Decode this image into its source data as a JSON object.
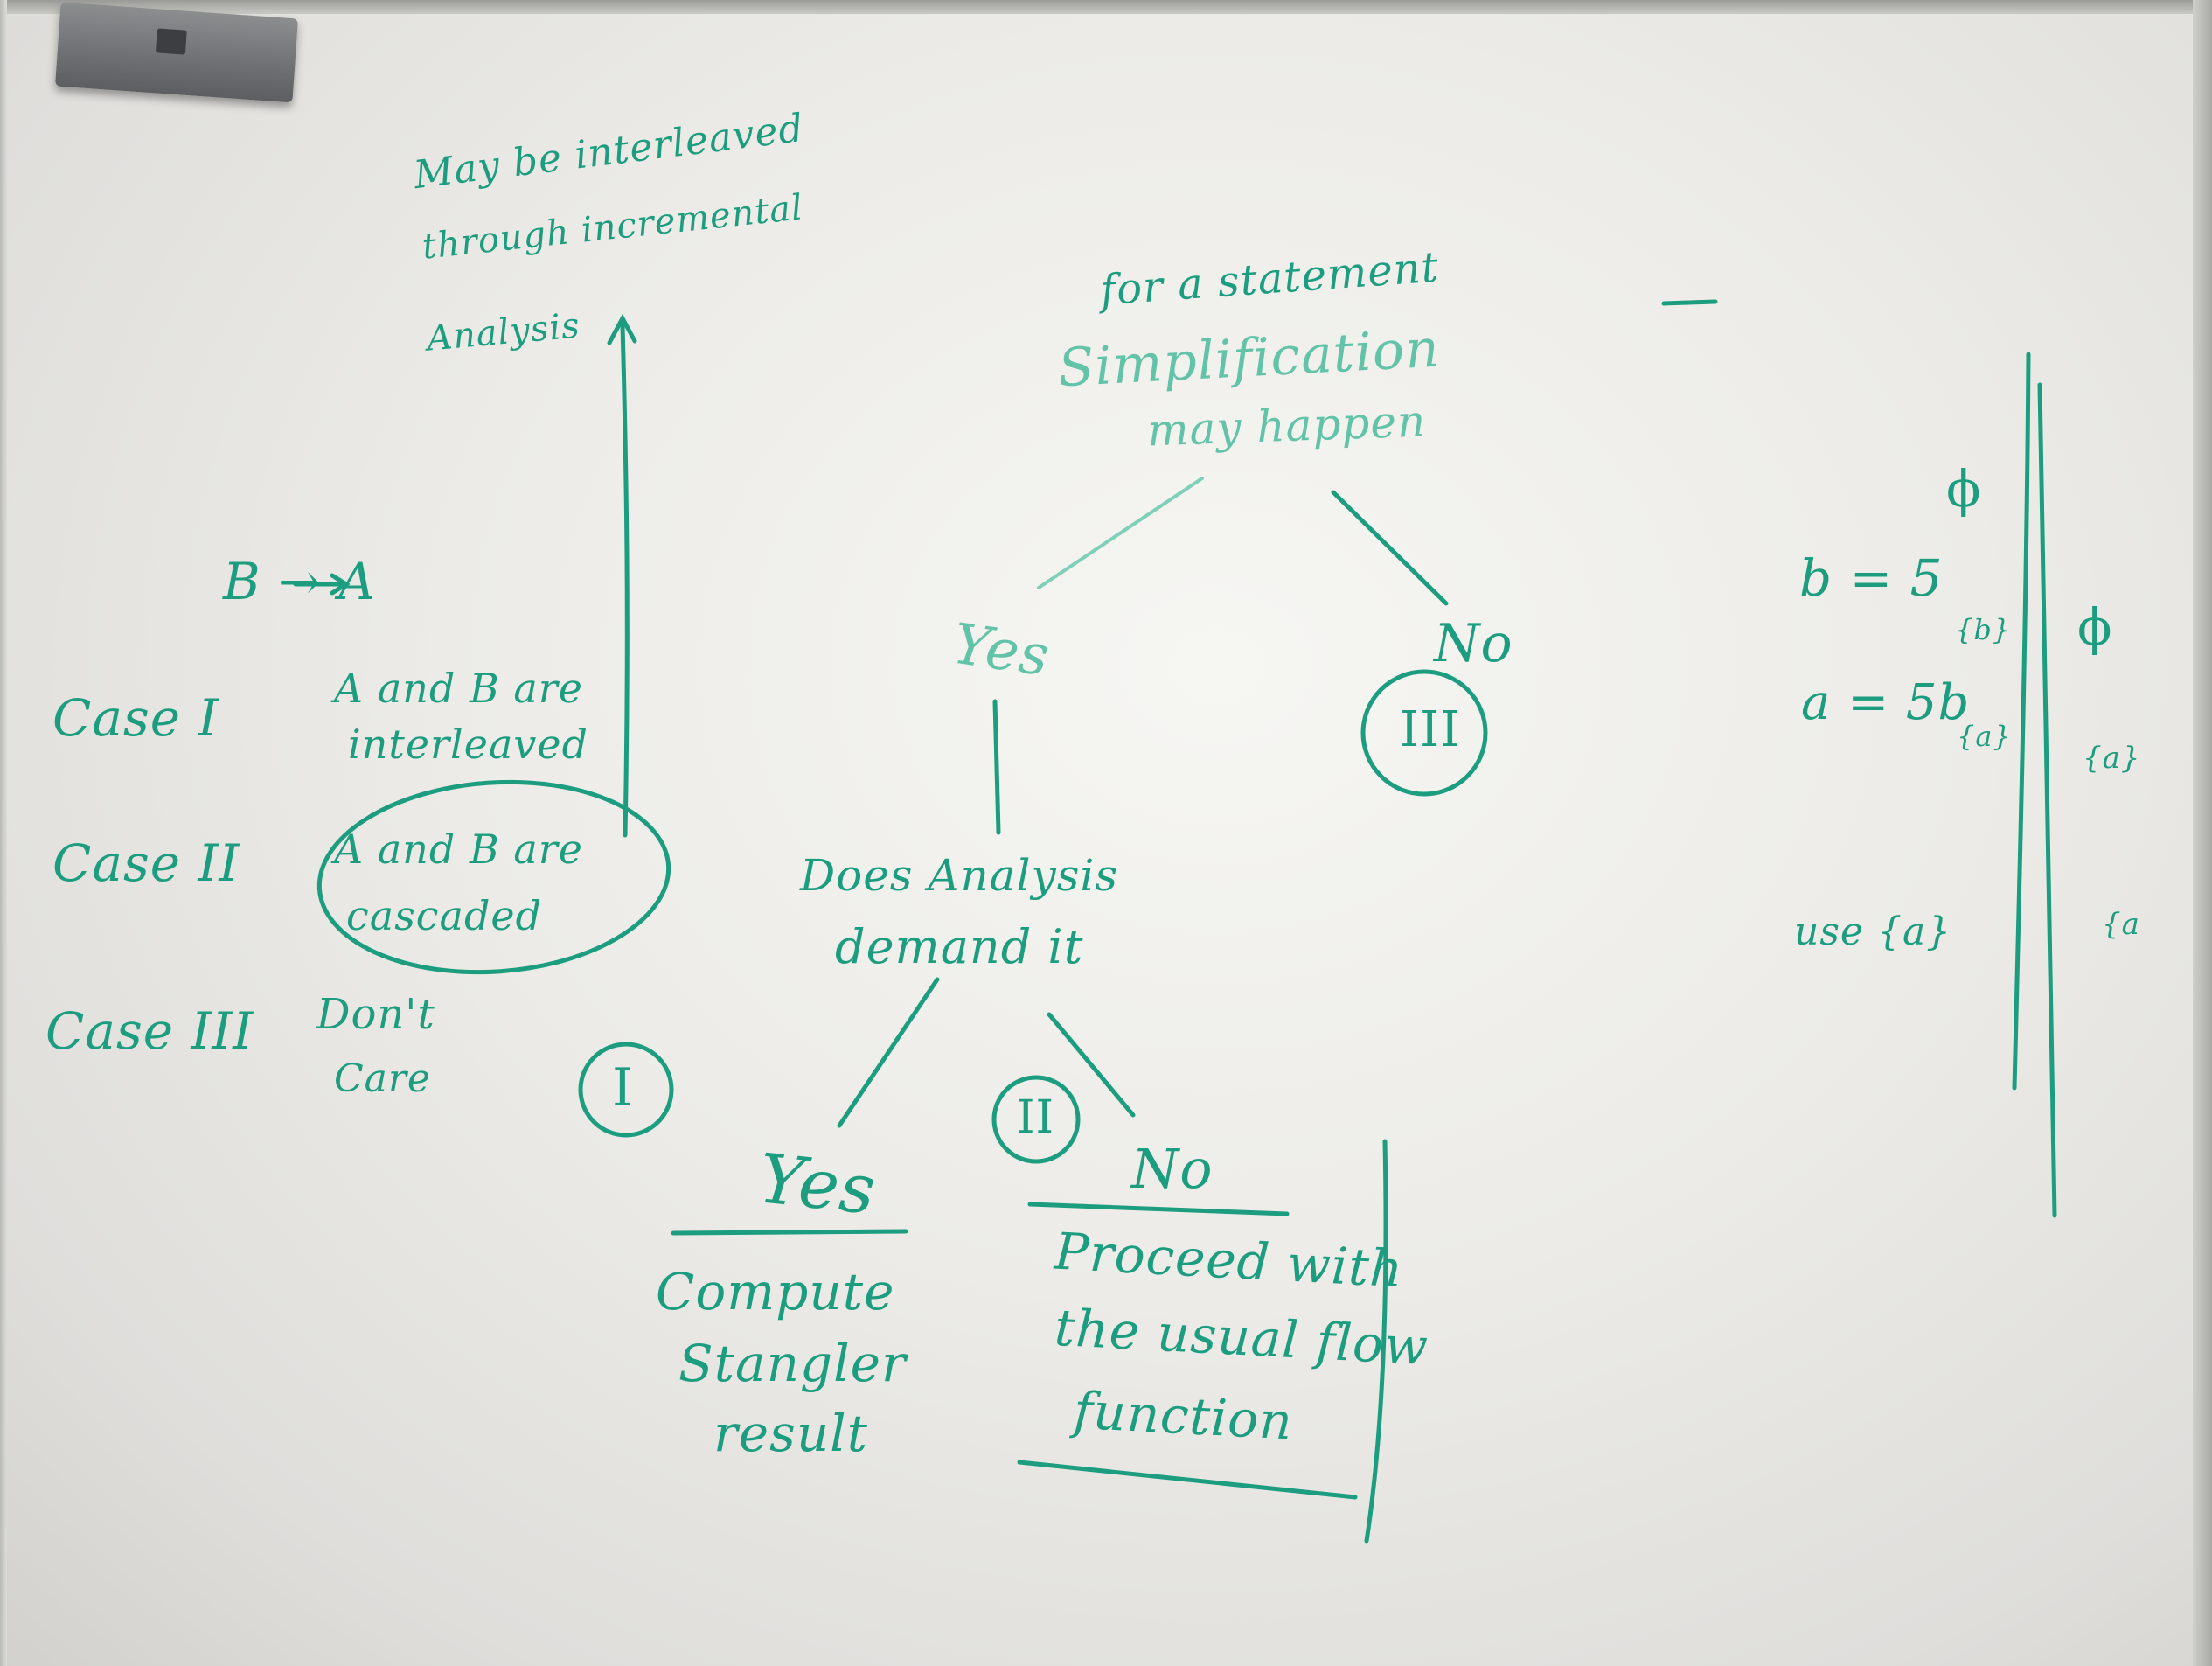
{
  "note": {
    "line1": "May be interleaved",
    "line2": "through incremental",
    "line3": "Analysis"
  },
  "b_to_a": "B → A",
  "cases": [
    {
      "label": "Case I",
      "desc": [
        "A and B are",
        "interleaved"
      ]
    },
    {
      "label": "Case II",
      "desc": [
        "A and B are",
        "cascaded"
      ]
    },
    {
      "label": "Case III",
      "desc": [
        "Don't",
        "Care"
      ]
    }
  ],
  "tree": {
    "root": [
      "for a statement",
      "Simplification",
      "may happen"
    ],
    "yes_label": "Yes",
    "no_label": "No",
    "no_marker": "III",
    "question": [
      "Does Analysis",
      "demand it"
    ],
    "marker_one": "I",
    "marker_two": "II",
    "yes2_label": "Yes",
    "no2_label": "No",
    "yes_result": [
      "Compute",
      "Stangler",
      "result"
    ],
    "no_result": [
      "Proceed with",
      "the usual flow",
      "function"
    ]
  },
  "example": {
    "stmt1": "b = 5",
    "stmt2": "a = 5b",
    "stmt3": "use {a}",
    "col1": {
      "top": "ϕ",
      "after1": "{b}",
      "after2": "{a}"
    },
    "col2": {
      "top": "ϕ",
      "after2": "{a}",
      "after3": "{a"
    }
  }
}
